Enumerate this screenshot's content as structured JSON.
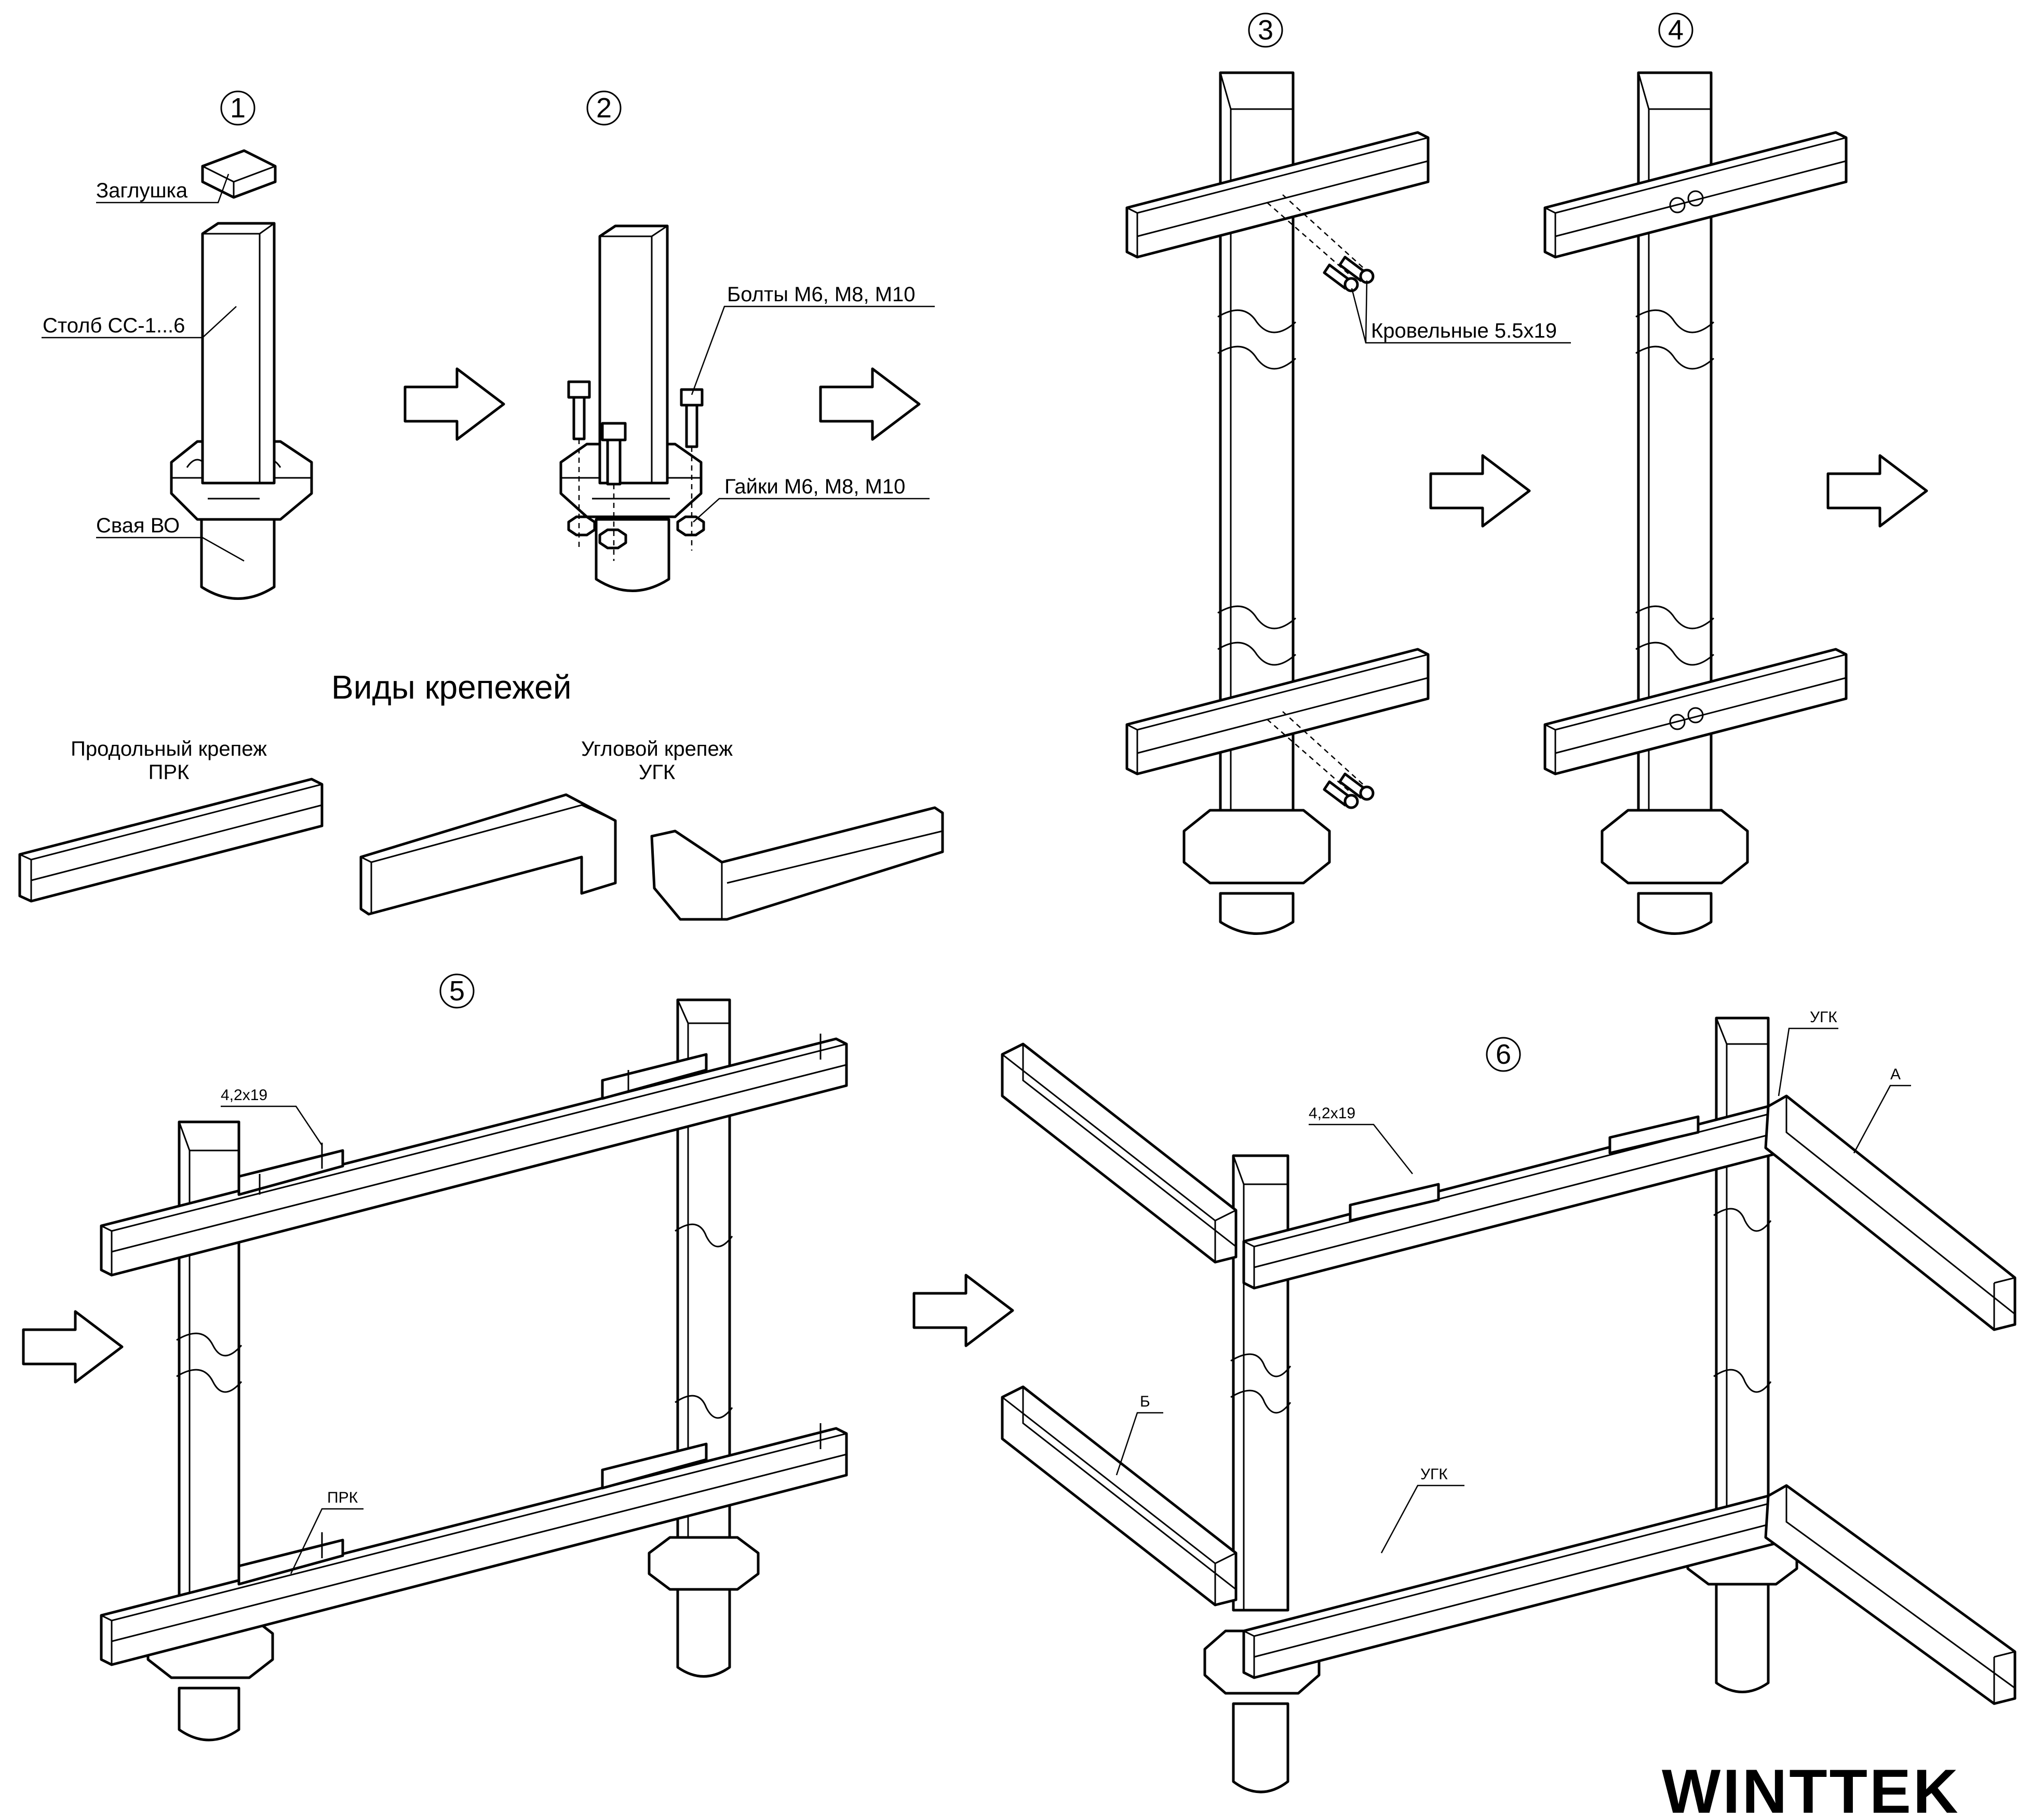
{
  "steps": [
    "1",
    "2",
    "3",
    "4",
    "5",
    "6"
  ],
  "labels": {
    "cap": "Заглушка",
    "post": "Столб СС-1...6",
    "pile": "Свая ВО",
    "bolts": "Болты М6, М8, М10",
    "nuts": "Гайки М6, М8, М10",
    "roof_screws": "Кровельные 5.5х19",
    "screw_42": "4,2х19",
    "prk": "ПРК",
    "ugk": "УГК",
    "a": "А",
    "b": "Б"
  },
  "fasteners": {
    "heading": "Виды крепежей",
    "longitudinal_line1": "Продольный крепеж",
    "longitudinal_line2": "ПРК",
    "corner_line1": "Угловой крепеж",
    "corner_line2": "УГК"
  },
  "logo": "WINTTEK"
}
